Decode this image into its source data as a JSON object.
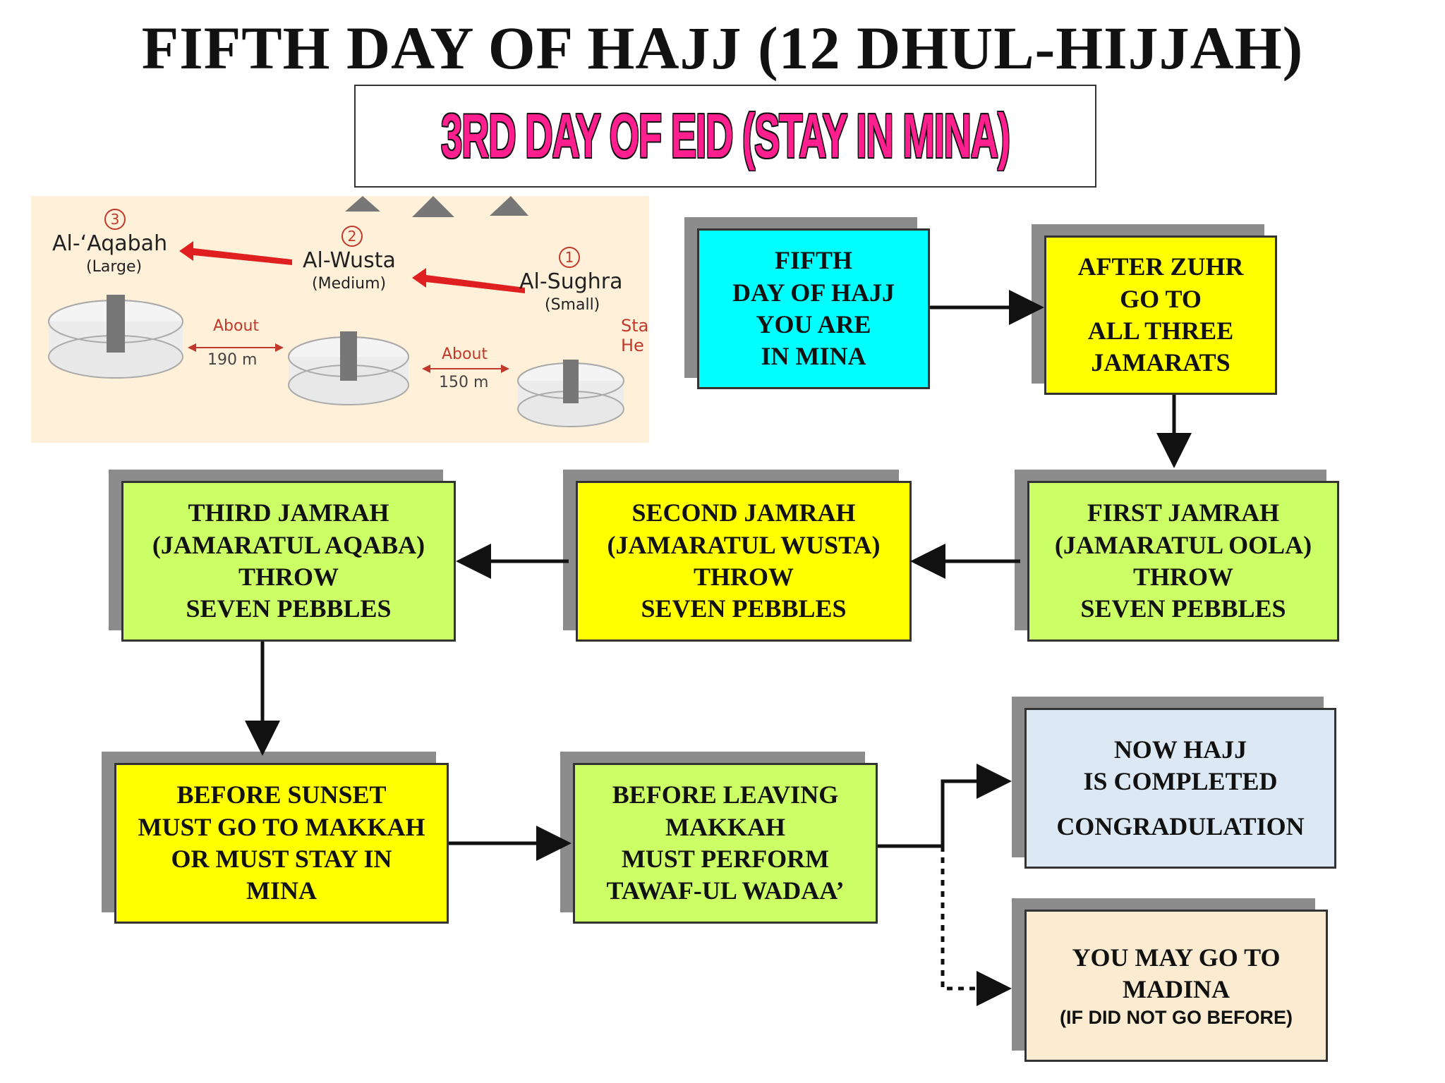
{
  "title": "FIFTH DAY OF HAJJ (12 DHUL-HIJJAH)",
  "subtitle": "3RD DAY OF EID (STAY IN MINA)",
  "map": {
    "sites": [
      {
        "num": "3",
        "name": "Al-‘Aqabah",
        "size": "(Large)"
      },
      {
        "num": "2",
        "name": "Al-Wusta",
        "size": "(Medium)"
      },
      {
        "num": "1",
        "name": "Al-Sughra",
        "size": "(Small)"
      }
    ],
    "distances": [
      {
        "about": "About",
        "value": "190 m"
      },
      {
        "about": "About",
        "value": "150 m"
      }
    ],
    "edge_text": [
      "Sta",
      "He"
    ]
  },
  "steps": {
    "fifth_day": [
      "FIFTH",
      "DAY OF HAJJ",
      "YOU ARE",
      "IN MINA"
    ],
    "after_zuhr": [
      "AFTER ZUHR",
      "GO TO",
      "ALL THREE",
      "JAMARATS"
    ],
    "first_jamrah": [
      "FIRST  JAMRAH",
      "(JAMARATUL OOLA)",
      "THROW",
      "SEVEN PEBBLES"
    ],
    "second_jamrah": [
      "SECOND  JAMRAH",
      "(JAMARATUL WUSTA)",
      "THROW",
      "SEVEN PEBBLES"
    ],
    "third_jamrah": [
      "THIRD  JAMRAH",
      "(JAMARATUL AQABA)",
      "THROW",
      "SEVEN PEBBLES"
    ],
    "before_sunset": [
      "BEFORE SUNSET",
      "MUST GO TO MAKKAH",
      "OR MUST STAY IN",
      "MINA"
    ],
    "before_leaving": [
      "BEFORE LEAVING",
      "MAKKAH",
      "MUST PERFORM",
      "TAWAF-UL WADAA’"
    ],
    "completed": [
      "NOW HAJJ",
      "IS COMPLETED",
      "CONGRADULATION"
    ],
    "madina": [
      "YOU MAY GO TO",
      "MADINA"
    ],
    "madina_note": "(IF DID NOT GO BEFORE)"
  },
  "colors": {
    "cyan": "#00ffff",
    "yellow": "#ffff00",
    "green": "#ccff66",
    "blue": "#dce8f3",
    "cream": "#fbebd0",
    "subtitle_pink": "#ff1f8f"
  }
}
